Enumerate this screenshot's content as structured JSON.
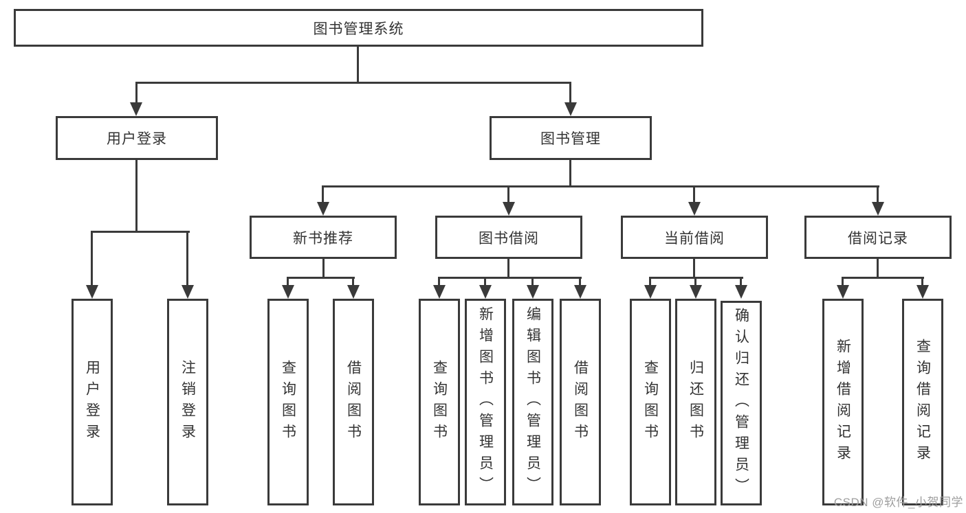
{
  "diagram_title": "图书管理系统",
  "tree": {
    "root": {
      "label": "图书管理系统"
    },
    "branches": [
      {
        "label": "用户登录",
        "children": [
          {
            "label": "用户登录"
          },
          {
            "label": "注销登录"
          }
        ]
      },
      {
        "label": "图书管理",
        "children": [
          {
            "label": "新书推荐",
            "children": [
              {
                "label": "查询图书"
              },
              {
                "label": "借阅图书"
              }
            ]
          },
          {
            "label": "图书借阅",
            "children": [
              {
                "label": "查询图书"
              },
              {
                "label": "新增图书（管理员）"
              },
              {
                "label": "编辑图书（管理员）"
              },
              {
                "label": "借阅图书"
              }
            ]
          },
          {
            "label": "当前借阅",
            "children": [
              {
                "label": "查询图书"
              },
              {
                "label": "归还图书"
              },
              {
                "label": "确认归还（管理员）"
              }
            ]
          },
          {
            "label": "借阅记录",
            "children": [
              {
                "label": "新增借阅记录"
              },
              {
                "label": "查询借阅记录"
              }
            ]
          }
        ]
      }
    ]
  },
  "watermark": {
    "text": "CSDN @软件_小贺同学"
  },
  "colors": {
    "line": "#3a3a3a",
    "text": "#333333",
    "background": "#ffffff",
    "watermark": "#9e9e9e"
  }
}
